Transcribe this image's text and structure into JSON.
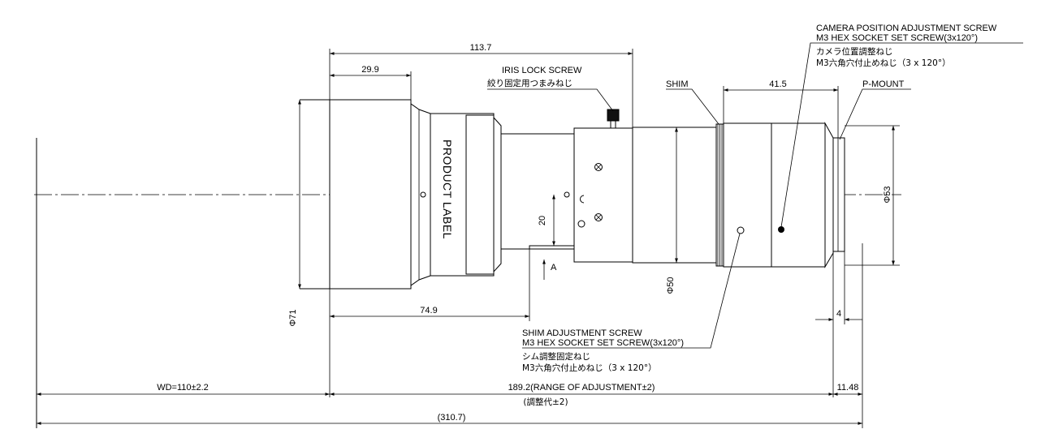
{
  "dimensions": {
    "total_length": "113.7",
    "front_length": "29.9",
    "back_focus_length": "41.5",
    "base_offset": "74.9",
    "axis_height": "20",
    "diameter_front": "Φ71",
    "diameter_body": "Φ50",
    "diameter_mount": "Φ53",
    "flange_thickness": "4",
    "working_distance": "WD=110±2.2",
    "adjustment_range": "189.2(RANGE OF ADJUSTMENT±2)",
    "adjustment_range_jp": "(調整代±2)",
    "overall": "(310.7)",
    "flange_distance": "11.48"
  },
  "labels": {
    "product_label": "PRODUCT LABEL",
    "shim": "SHIM",
    "p_mount": "P-MOUNT",
    "view_a": "A",
    "iris_lock_en": "IRIS LOCK SCREW",
    "iris_lock_jp": "絞り固定用つまみねじ",
    "camera_adj_en1": "CAMERA POSITION ADJUSTMENT SCREW",
    "camera_adj_en2": "M3 HEX SOCKET SET SCREW(3x120°)",
    "camera_adj_jp1": "カメラ位置調整ねじ",
    "camera_adj_jp2": "M3六角穴付止めねじ（3 x 120°）",
    "shim_adj_en1": "SHIM ADJUSTMENT SCREW",
    "shim_adj_en2": "M3 HEX SOCKET SET SCREW(3x120°)",
    "shim_adj_jp1": "シム調整固定ねじ",
    "shim_adj_jp2": "M3六角穴付止めねじ（3 x 120°）"
  }
}
